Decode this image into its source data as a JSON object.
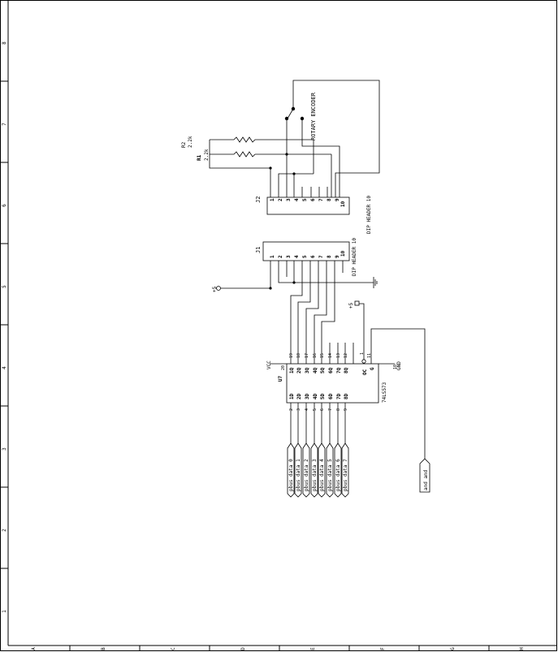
{
  "frame": {
    "row_labels": [
      "8",
      "7",
      "6",
      "5",
      "4",
      "3",
      "2",
      "1"
    ],
    "col_labels": [
      "A",
      "B",
      "C",
      "D",
      "E",
      "F",
      "G",
      "H"
    ]
  },
  "encoder": {
    "label": "ROTARY ENCODER"
  },
  "resistors": {
    "r2": {
      "ref": "R2",
      "value": "2.2k"
    },
    "r1": {
      "ref": "R1",
      "value": "2.2k"
    }
  },
  "j2": {
    "ref": "J2",
    "caption": "DIP HEADER 10",
    "pins": [
      "1",
      "2",
      "3",
      "4",
      "5",
      "6",
      "7",
      "8",
      "9",
      "10"
    ]
  },
  "j1": {
    "ref": "J1",
    "caption": "DIP HEADER 10",
    "pins": [
      "1",
      "2",
      "3",
      "4",
      "5",
      "6",
      "7",
      "8",
      "9",
      "10"
    ]
  },
  "power": {
    "plus5_left": "+5",
    "plus5_right": "+5",
    "vcc": "VCC",
    "gnd": "GND"
  },
  "u7": {
    "ref": "U7",
    "part": "74LS573",
    "d_pins": [
      "1D",
      "2D",
      "3D",
      "4D",
      "5D",
      "6D",
      "7D",
      "8D"
    ],
    "q_pins": [
      "1Q",
      "2Q",
      "3Q",
      "4Q",
      "5Q",
      "6Q",
      "7Q",
      "8Q"
    ],
    "oc_label": "OC",
    "g_label": "G",
    "top_pin_numbers": [
      "19",
      "18",
      "17",
      "16",
      "15",
      "14",
      "13",
      "12",
      "11",
      "1"
    ],
    "bottom_pin_numbers": [
      "2",
      "3",
      "4",
      "5",
      "6",
      "7",
      "8",
      "9"
    ],
    "vcc_pin": "20",
    "gnd_pin": "10"
  },
  "net_labels": {
    "pbus": [
      "pbus data 0",
      "pbus data 1",
      "pbus data 2",
      "pbus data 3",
      "pbus data 4",
      "pbus data 5",
      "pbus data 6",
      "pbus data 7"
    ],
    "and": "and and"
  }
}
